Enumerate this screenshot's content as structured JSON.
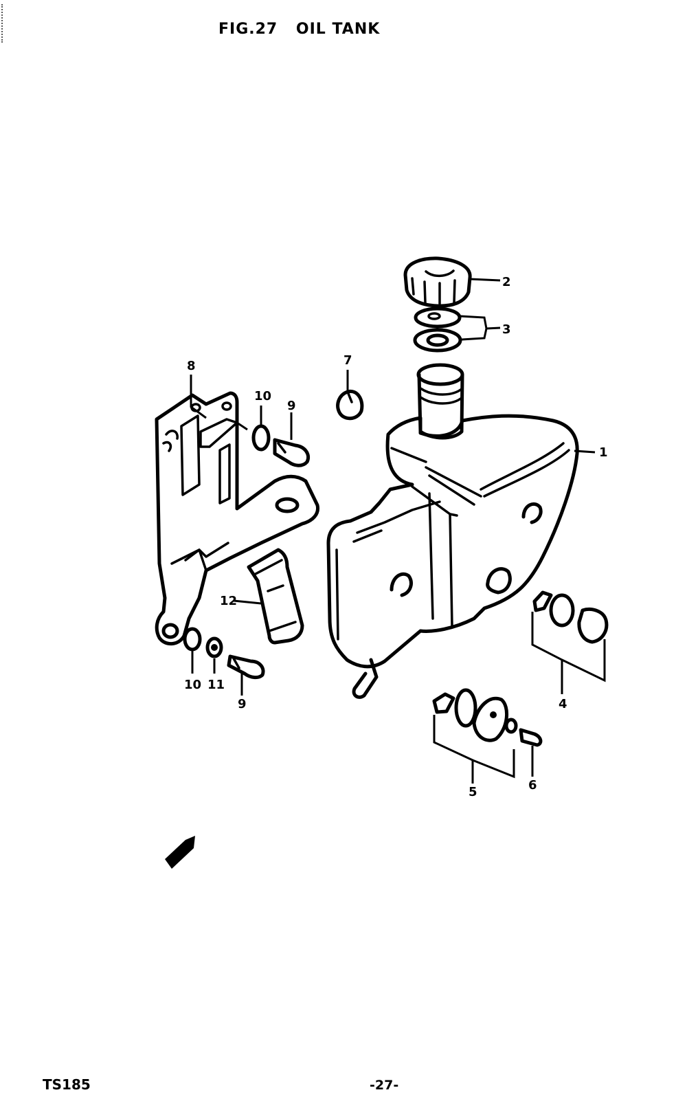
{
  "figure": {
    "number": "FIG.27",
    "title": "OIL TANK"
  },
  "callouts": [
    "1",
    "2",
    "3",
    "4",
    "5",
    "6",
    "7",
    "8",
    "9",
    "10",
    "11",
    "12"
  ],
  "callouts_extra": {
    "c10b": "10",
    "c9b": "9"
  },
  "footer": {
    "model": "TS185",
    "page": "-27-"
  }
}
